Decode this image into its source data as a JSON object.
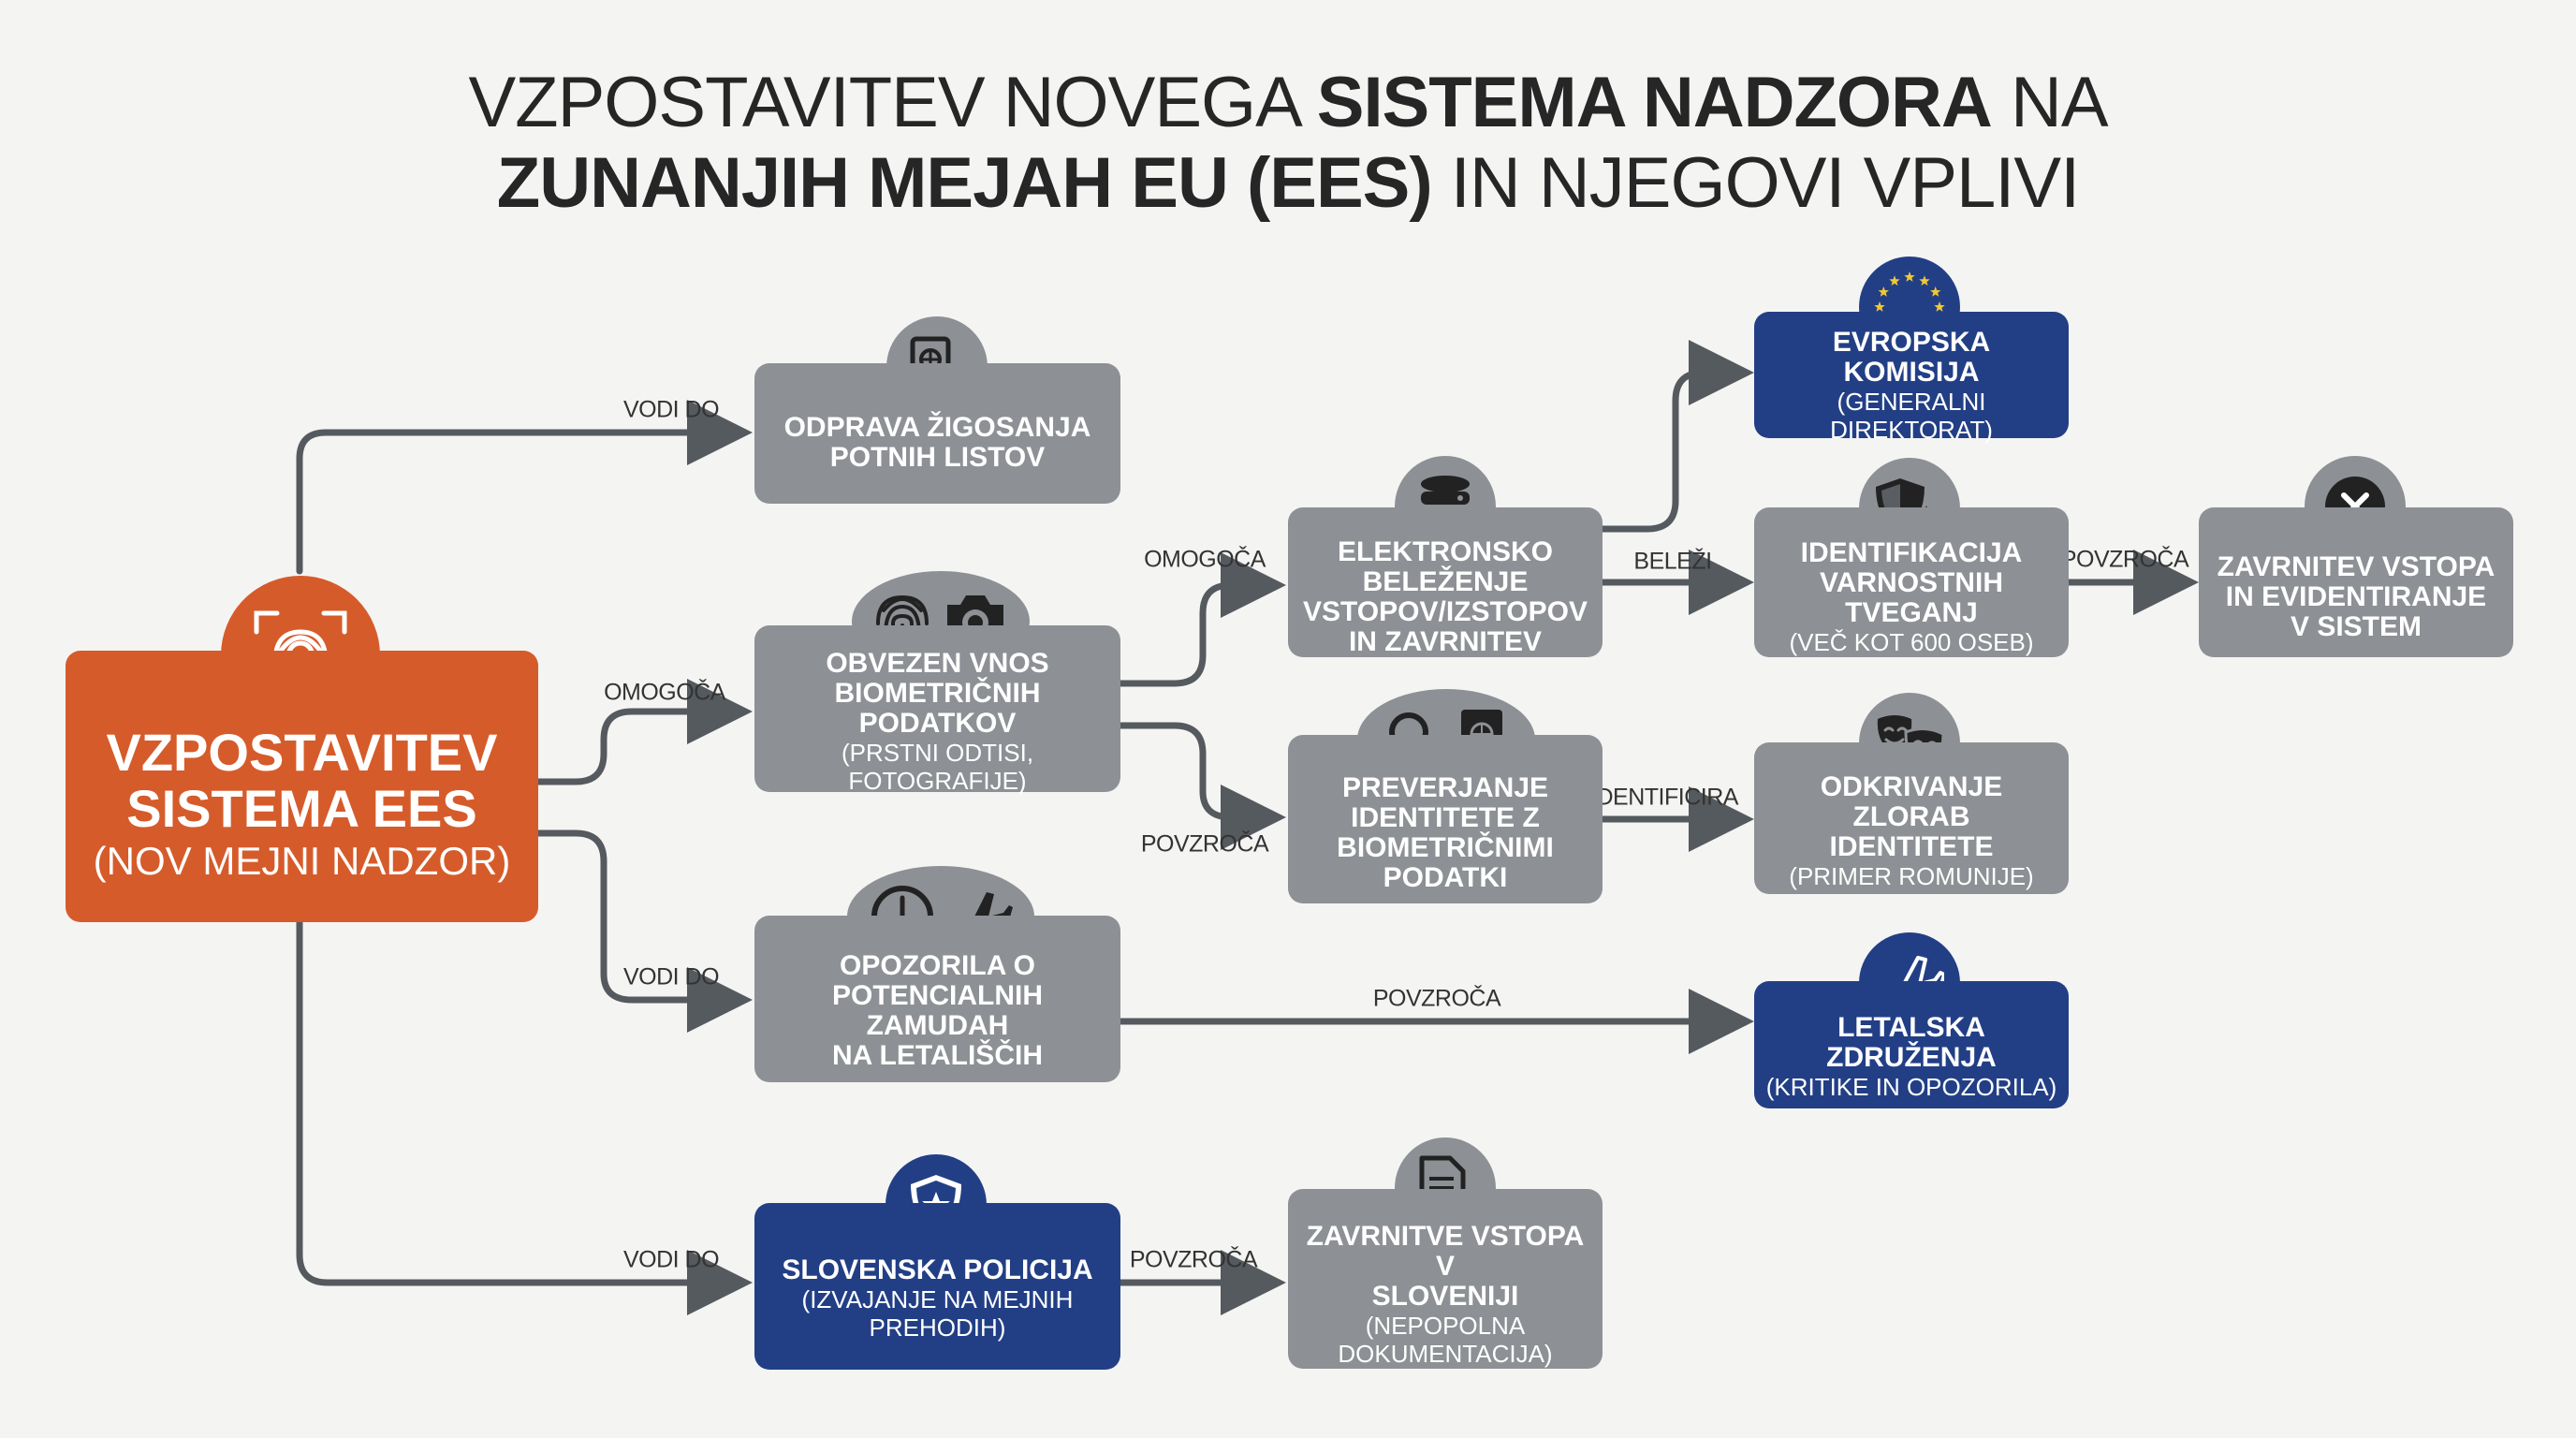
{
  "title": {
    "line1_pre": "VZPOSTAVITEV NOVEGA ",
    "line1_bold": "SISTEMA NADZORA",
    "line1_post": " NA",
    "line2_bold": "ZUNANJIH MEJAH EU (EES)",
    "line2_post": " IN NJEGOVI VPLIVI"
  },
  "nodes": {
    "ees": {
      "title": "VZPOSTAVITEV\nSISTEMA EES",
      "subtitle": "(NOV MEJNI NADZOR)",
      "icon": "fingerprint-scan-icon"
    },
    "stamping": {
      "title": "ODPRAVA ŽIGOSANJA\nPOTNIH LISTOV",
      "icon": "passport-cancel-icon"
    },
    "biometric": {
      "title": "OBVEZEN VNOS\nBIOMETRIČNIH PODATKOV",
      "subtitle": "(PRSTNI ODTISI, FOTOGRAFIJE)",
      "icon": "fingerprint-and-camera-icon"
    },
    "delays": {
      "title": "OPOZORILA O\nPOTENCIALNIH ZAMUDAH\nNA LETALIŠČIH",
      "icon": "clock-and-plane-icon"
    },
    "police": {
      "title": "SLOVENSKA POLICIJA",
      "subtitle": "(IZVAJANJE NA MEJNIH\nPREHODIH)",
      "icon": "police-badge-icon"
    },
    "recording": {
      "title": "ELEKTRONSKO BELEŽENJE\nVSTOPOV/IZSTOPOV\nIN ZAVRNITEV",
      "icon": "database-icon"
    },
    "verification": {
      "title": "PREVERJANJE\nIDENTITETE Z\nBIOMETRIČNIMI\nPODATKI",
      "icon": "magnifier-and-passport-icon"
    },
    "refusals_si": {
      "title": "ZAVRNITVE VSTOPA V\nSLOVENIJI",
      "subtitle": "(NEPOPOLNA\nDOKUMENTACIJA)",
      "icon": "document-cancel-icon"
    },
    "commission": {
      "title": "EVROPSKA KOMISIJA",
      "subtitle": "(GENERALNI DIREKTORAT)",
      "icon": "eu-flag-icon"
    },
    "risks": {
      "title": "IDENTIFIKACIJA\nVARNOSTNIH TVEGANJ",
      "subtitle": "(VEČ KOT 600 OSEB)",
      "icon": "shield-warning-icon"
    },
    "abuse": {
      "title": "ODKRIVANJE ZLORAB\nIDENTITETE",
      "subtitle": "(PRIMER ROMUNIJE)",
      "icon": "theater-masks-icon"
    },
    "airlines": {
      "title": "LETALSKA ZDRUŽENJA",
      "subtitle": "(KRITIKE IN OPOZORILA)",
      "icon": "airplane-icon"
    },
    "refusal_system": {
      "title": "ZAVRNITEV VSTOPA\nIN EVIDENTIRANJE\nV SISTEM",
      "icon": "close-circle-icon"
    }
  },
  "edges": {
    "ees_stamping": "VODI DO",
    "ees_biometric": "OMOGOČA",
    "ees_delays": "VODI DO",
    "ees_police": "VODI DO",
    "biometric_recording": "OMOGOČA",
    "biometric_verification": "POVZROČA",
    "recording_risks": "BELEŽI",
    "risks_refusal": "POVZROČA",
    "verification_abuse": "IDENTIFICIRA",
    "delays_airlines": "POVZROČA",
    "police_refusals": "POVZROČA"
  },
  "colors": {
    "orange": "#d65b2a",
    "gray": "#8d9094",
    "blue": "#223f86",
    "arrow": "#555a5f",
    "background": "#f4f4f3",
    "eu_star": "#f2c832"
  }
}
